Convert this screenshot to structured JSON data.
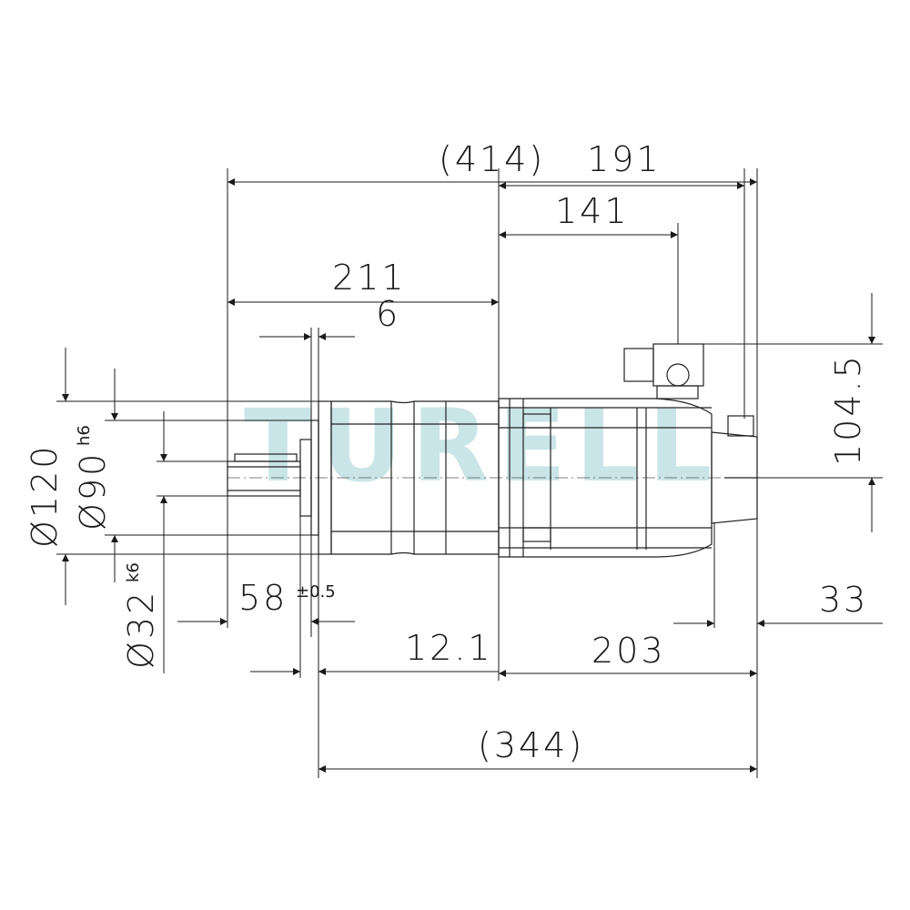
{
  "watermark": "TURELL",
  "dimensions": {
    "overall_length": "(414)",
    "flange_to_end": "191",
    "flange_to_connector": "141",
    "front_length": "211",
    "shaft_collar": "6",
    "connector_height": "104.5",
    "bore_diameter": "Ø120",
    "pilot_diameter": "Ø90",
    "pilot_tolerance": "h6",
    "shaft_diameter": "Ø32",
    "shaft_tolerance": "k6",
    "shaft_length": "58",
    "shaft_length_tolerance": "±0.5",
    "rear_offset": "33",
    "collar_width": "12.1",
    "rear_body": "203",
    "body_length": "(344)"
  }
}
